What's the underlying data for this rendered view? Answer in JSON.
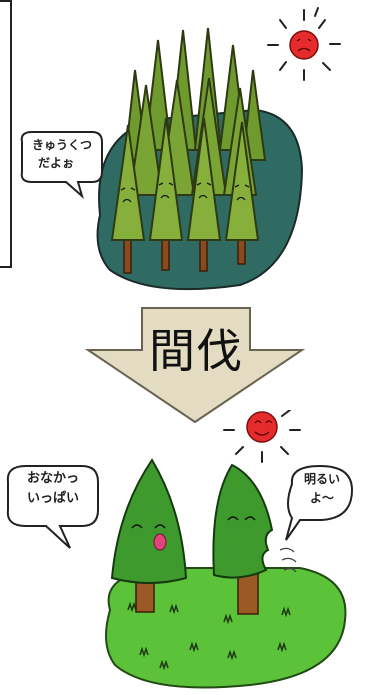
{
  "arrow_label": "間伐",
  "top_speech": [
    "きゅうくつ",
    "だよぉ"
  ],
  "bottom_left_speech": [
    "おなかっ",
    "いっぱい"
  ],
  "bottom_right_speech": [
    "明るい",
    "よ～"
  ],
  "colors": {
    "dense_tree": "#6f9a2e",
    "dense_tree_outline": "#2e3a14",
    "forest_ground": "#2f6b62",
    "sun": "#e52b2b",
    "arrow_fill": "#e4dcc2",
    "sparse_tree": "#3f9a2e",
    "grass": "#5cc23a"
  }
}
